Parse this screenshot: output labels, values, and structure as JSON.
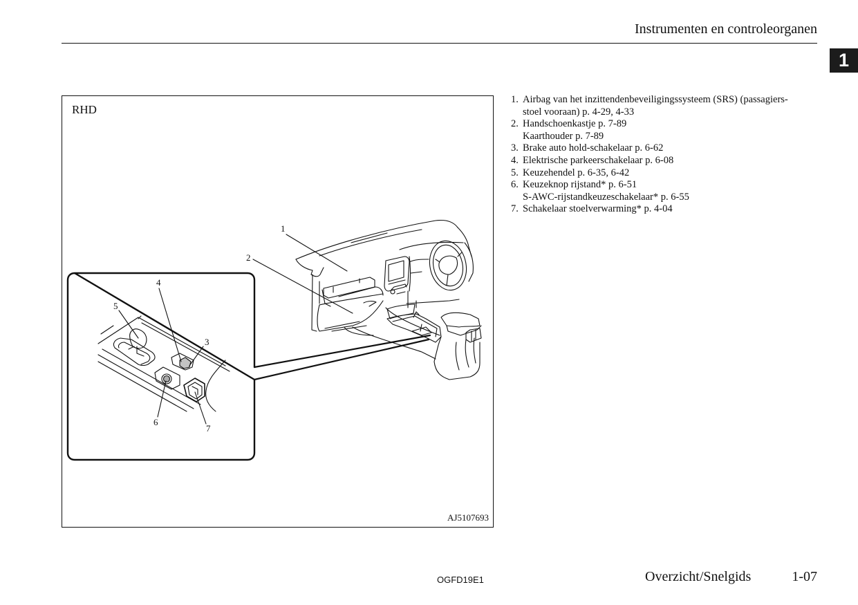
{
  "header": {
    "title": "Instrumenten en controleorganen",
    "chapter_tab": "1"
  },
  "figure": {
    "variant_label": "RHD",
    "code": "AJ5107693",
    "callouts": {
      "c1": "1",
      "c2": "2",
      "c3": "3",
      "c4": "4",
      "c5": "5",
      "c6": "6",
      "c7": "7"
    }
  },
  "legend": {
    "items": [
      {
        "num": "1.",
        "lines": [
          "Airbag van het inzittendenbeveiligingssysteem (SRS) (passagiers-",
          "stoel vooraan) p. 4-29, 4-33"
        ]
      },
      {
        "num": "2.",
        "lines": [
          "Handschoenkastje p. 7-89",
          "Kaarthouder p. 7-89"
        ]
      },
      {
        "num": "3.",
        "lines": [
          "Brake auto hold-schakelaar p. 6-62"
        ]
      },
      {
        "num": "4.",
        "lines": [
          "Elektrische parkeerschakelaar p. 6-08"
        ]
      },
      {
        "num": "5.",
        "lines": [
          "Keuzehendel p. 6-35, 6-42"
        ]
      },
      {
        "num": "6.",
        "lines": [
          "Keuzeknop rijstand* p. 6-51",
          "S-AWC-rijstandkeuzeschakelaar* p. 6-55"
        ]
      },
      {
        "num": "7.",
        "lines": [
          "Schakelaar stoelverwarming* p. 4-04"
        ]
      }
    ]
  },
  "footer": {
    "doc_code": "OGFD19E1",
    "section": "Overzicht/Snelgids",
    "page": "1-07"
  }
}
